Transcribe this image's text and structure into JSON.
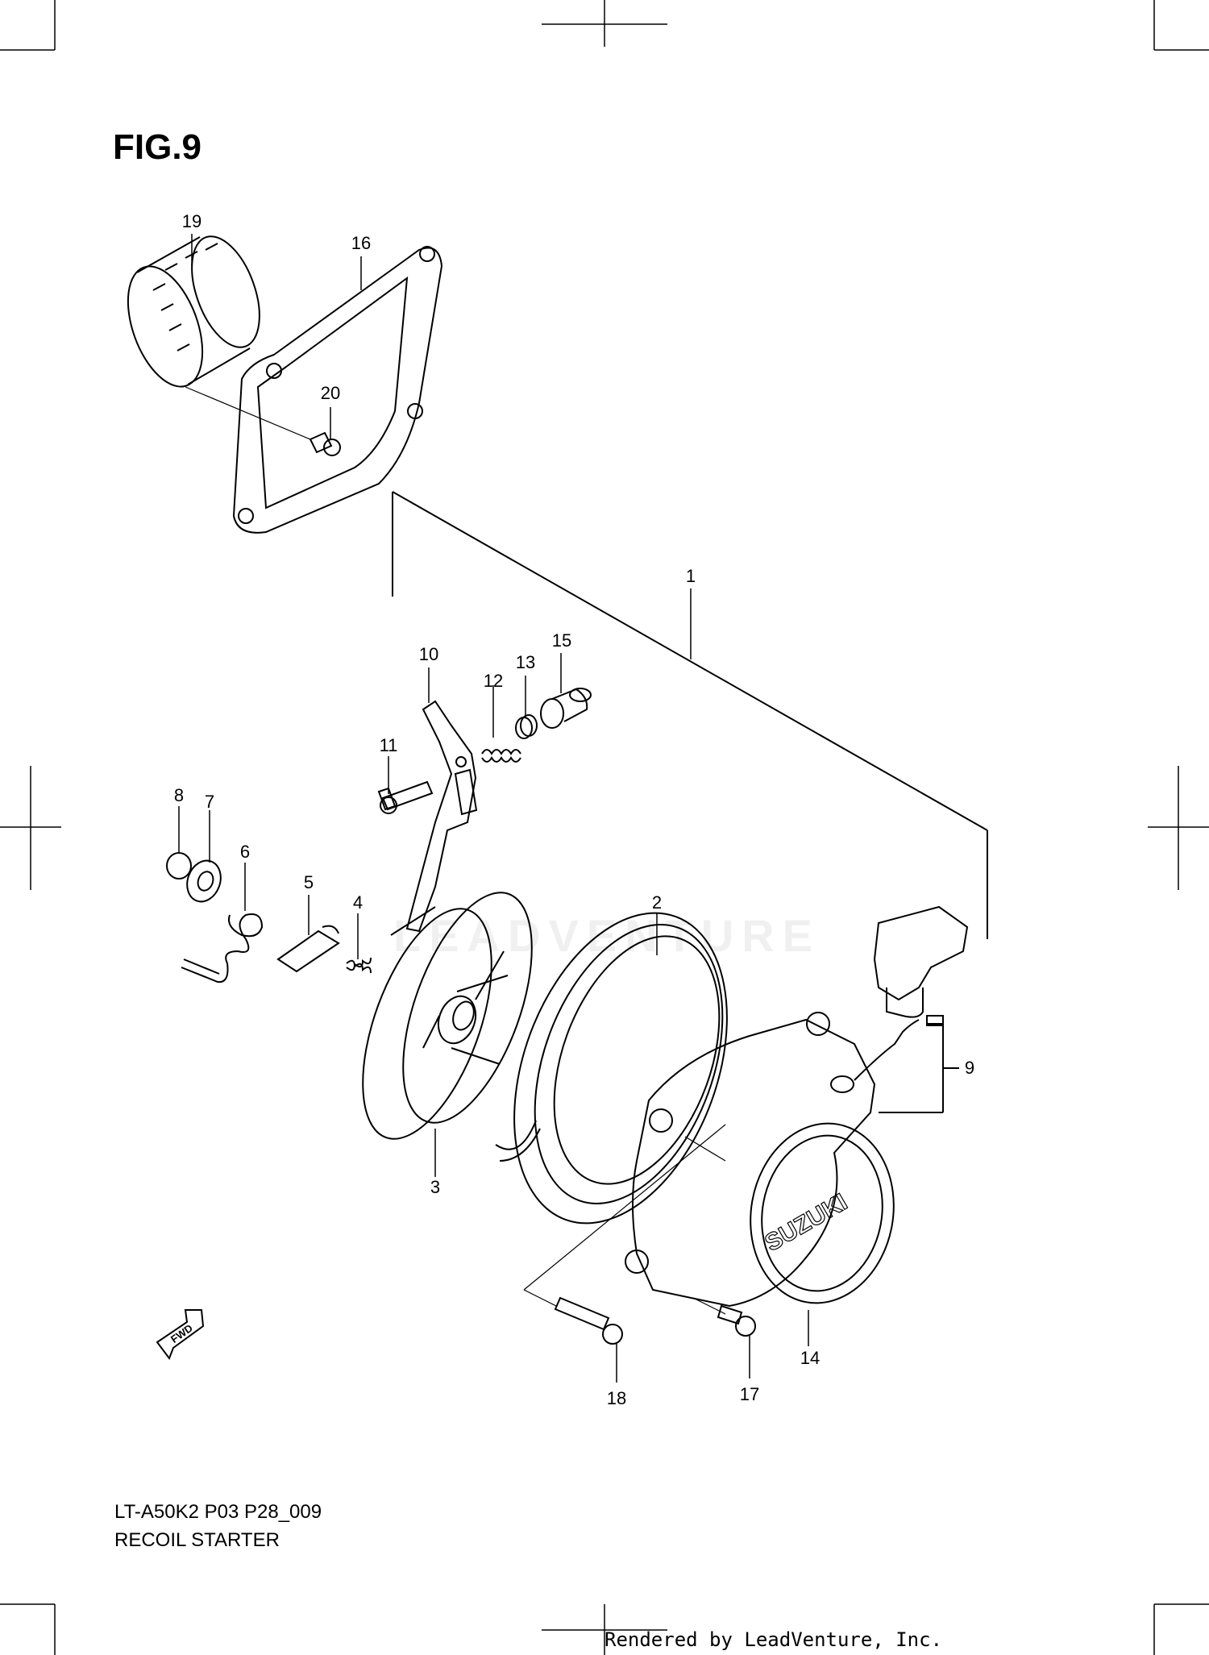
{
  "figure": {
    "title": "FIG.9"
  },
  "parts": [
    {
      "ref": "1"
    },
    {
      "ref": "2"
    },
    {
      "ref": "3"
    },
    {
      "ref": "4"
    },
    {
      "ref": "5"
    },
    {
      "ref": "6"
    },
    {
      "ref": "7"
    },
    {
      "ref": "8"
    },
    {
      "ref": "9"
    },
    {
      "ref": "10"
    },
    {
      "ref": "11"
    },
    {
      "ref": "12"
    },
    {
      "ref": "13"
    },
    {
      "ref": "14"
    },
    {
      "ref": "15"
    },
    {
      "ref": "16"
    },
    {
      "ref": "17"
    },
    {
      "ref": "18"
    },
    {
      "ref": "19"
    },
    {
      "ref": "20"
    }
  ],
  "markings": {
    "brand_on_cover": "SUZUKI",
    "direction_arrow": "FWD"
  },
  "footer": {
    "model_code": "LT-A50K2 P03 P28_009",
    "section_name": "RECOIL STARTER"
  },
  "watermark": {
    "text": "LEADVENTURE"
  },
  "credit": "Rendered by LeadVenture, Inc."
}
